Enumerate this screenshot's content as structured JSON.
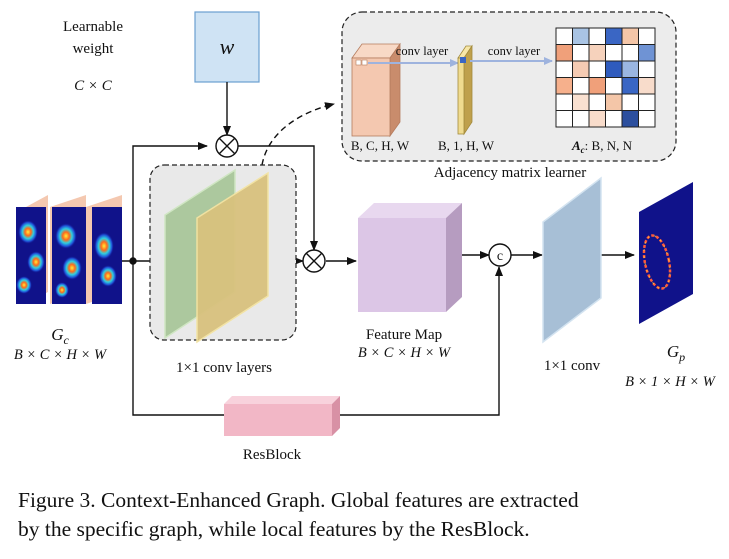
{
  "diagram": {
    "learnable_weight": {
      "label_line1": "Learnable",
      "label_line2": "weight",
      "symbol": "w",
      "dims": "C × C"
    },
    "input": {
      "name": "G",
      "subscript": "c",
      "dims": "B × C × H × W"
    },
    "conv_block": {
      "label": "1×1 conv layers"
    },
    "adjacency_learner": {
      "title": "Adjacency matrix learner",
      "conv_label_1": "conv layer",
      "conv_label_2": "conv layer",
      "tensor1_dims": "B, C, H, W",
      "tensor2_dims": "B, 1, H, W",
      "matrix_name": "A",
      "matrix_subscript": "c",
      "matrix_dims": ": B, N, N",
      "matrix_cells": [
        [
          "#ffffff",
          "#a9c4e4",
          "#ffffff",
          "#3a66c4",
          "#f4c6a8",
          "#ffffff"
        ],
        [
          "#f0a07a",
          "#ffffff",
          "#f6d2bc",
          "#ffffff",
          "#ffffff",
          "#6f93d4"
        ],
        [
          "#ffffff",
          "#f5cbb3",
          "#ffffff",
          "#2f5bbd",
          "#9ab6e2",
          "#ffffff"
        ],
        [
          "#f6b08c",
          "#ffffff",
          "#f0a07a",
          "#ffffff",
          "#3a66c4",
          "#f8dccb"
        ],
        [
          "#ffffff",
          "#f9e0d0",
          "#ffffff",
          "#f4c6a8",
          "#ffffff",
          "#ffffff"
        ],
        [
          "#ffffff",
          "#ffffff",
          "#f8dccb",
          "#ffffff",
          "#2c4f9e",
          "#ffffff"
        ]
      ]
    },
    "operators": {
      "multiply_symbol": "⊗",
      "concat_symbol": "c"
    },
    "feature_map": {
      "label": "Feature Map",
      "dims": "B × C × H × W"
    },
    "output_conv": {
      "label": "1×1 conv"
    },
    "output": {
      "name": "G",
      "subscript": "p",
      "dims": "B × 1 × H × W"
    },
    "resblock": {
      "label": "ResBlock"
    },
    "colors": {
      "conv_green": "#a9c79a",
      "conv_yellow": "#e3cf8a",
      "feature_map": "#dcc6e6",
      "output_conv": "#a7bfd6",
      "resblock": "#f2b7c6",
      "tensor_peach": "#f4c8b0",
      "tensor_yellow": "#f0db8f",
      "arrow_blue": "#9eb3de",
      "heatmap_bg": "#10128a",
      "learner_bg": "#ececec",
      "weight_box": "#cfe3f4"
    }
  },
  "caption": {
    "line1": "Figure 3. Context-Enhanced Graph. Global features are extracted",
    "line2": "by the specific graph, while local features by the ResBlock."
  }
}
